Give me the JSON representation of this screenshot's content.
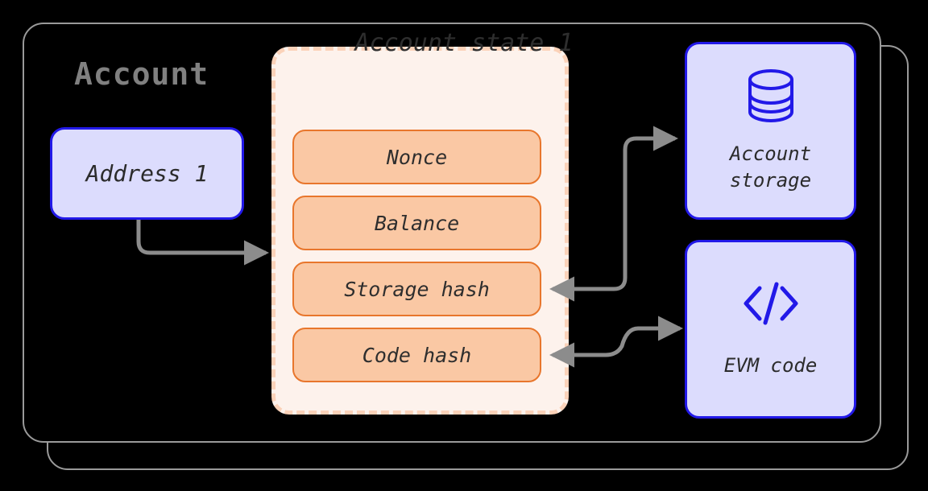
{
  "diagram": {
    "title": "Account",
    "colors": {
      "background": "#000000",
      "card_outline": "#9a9a9a",
      "title_gray": "#808080",
      "blue_fill": "#dcdcfd",
      "blue_border": "#2219e8",
      "state_fill": "#fdf2ec",
      "state_dash_border": "#fbd2b9",
      "pill_fill": "#fac8a4",
      "pill_border": "#e8762c",
      "connector": "#8c8c8c",
      "text_dark": "#2e2e2e"
    }
  },
  "address": {
    "label": "Address 1"
  },
  "account_state": {
    "title": "Account state 1",
    "fields": [
      {
        "label": "Nonce"
      },
      {
        "label": "Balance"
      },
      {
        "label": "Storage hash"
      },
      {
        "label": "Code hash"
      }
    ]
  },
  "targets": [
    {
      "icon": "database-icon",
      "label": "Account\nstorage"
    },
    {
      "icon": "code-brackets-icon",
      "label": "EVM code"
    }
  ],
  "connectors": [
    {
      "name": "address-to-state",
      "from": "Address 1",
      "to": "Account state 1",
      "arrowheads": "end"
    },
    {
      "name": "storage-hash-to-account-storage",
      "from": "Storage hash",
      "to": "Account storage",
      "arrowheads": "both"
    },
    {
      "name": "code-hash-to-evm-code",
      "from": "Code hash",
      "to": "EVM code",
      "arrowheads": "both"
    }
  ]
}
